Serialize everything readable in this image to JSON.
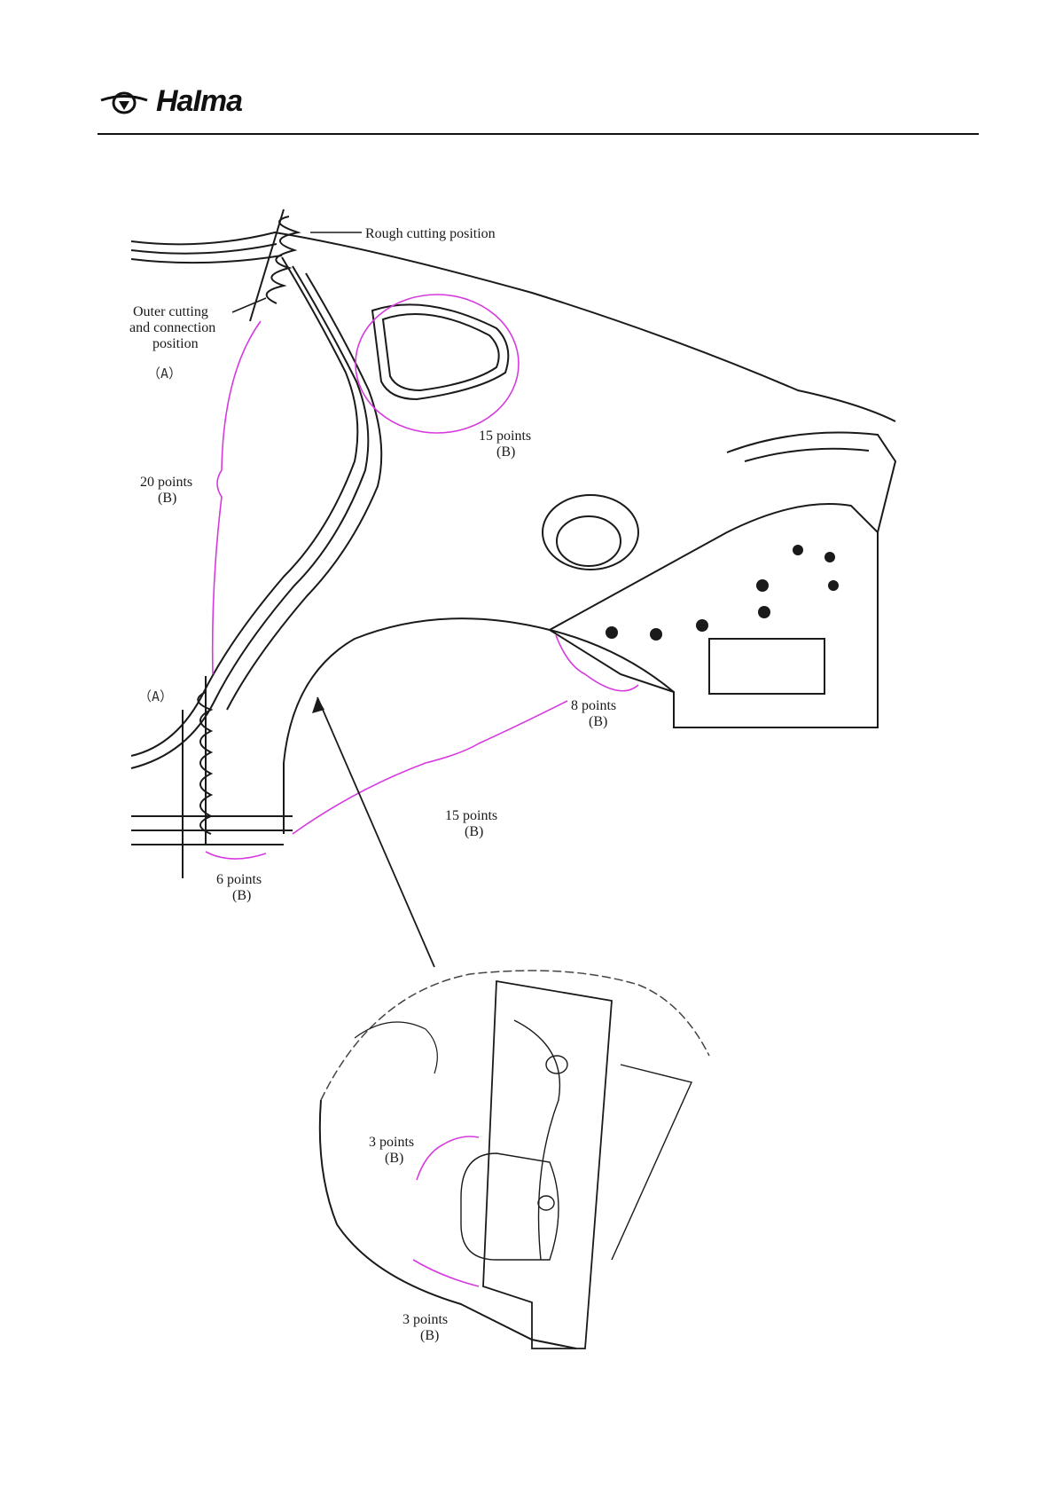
{
  "header": {
    "brand": "HaIma",
    "logo_icon": "haima-wing-logo-icon"
  },
  "figure": {
    "labels": {
      "rough_cut": "Rough cutting position",
      "outer_cut_1": "Outer cutting",
      "outer_cut_2": "and connection",
      "outer_cut_3": "position",
      "section_a_top": "（A）",
      "section_a_bottom": "（A）",
      "pts_20": "20 points",
      "pts_20_b": "(B)",
      "pts_15_window": "15 points",
      "pts_15_window_b": "(B)",
      "pts_8": "8 points",
      "pts_8_b": "(B)",
      "pts_15_arch": "15 points",
      "pts_15_arch_b": "(B)",
      "pts_6": "6 points",
      "pts_6_b": "(B)",
      "pts_3_a": "3 points",
      "pts_3_a_b": "(B)",
      "pts_3_b": "3 points",
      "pts_3_b_b": "(B)"
    },
    "colors": {
      "line": "#1a1a1a",
      "marker": "#d63adf"
    }
  }
}
